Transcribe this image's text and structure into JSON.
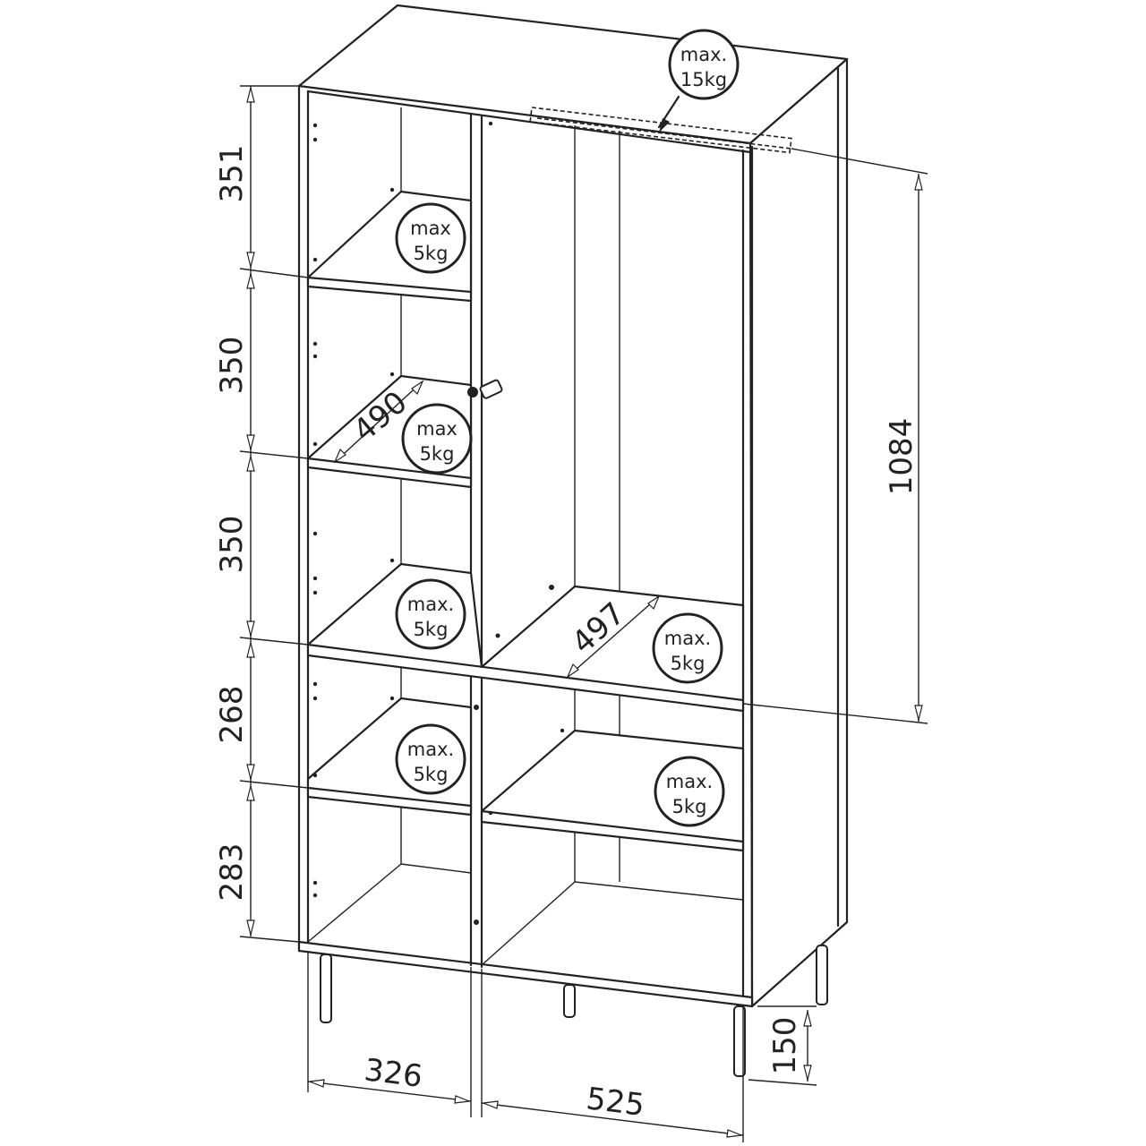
{
  "top_load": {
    "line1": "max.",
    "line2": "15kg"
  },
  "badges": [
    {
      "id": "shelf-1",
      "line1": "max",
      "line2": "5kg"
    },
    {
      "id": "shelf-2",
      "line1": "max",
      "line2": "5kg"
    },
    {
      "id": "shelf-3",
      "line1": "max.",
      "line2": "5kg"
    },
    {
      "id": "shelf-4",
      "line1": "max.",
      "line2": "5kg"
    },
    {
      "id": "rail-shelf",
      "line1": "max.",
      "line2": "5kg"
    },
    {
      "id": "right-shelf",
      "line1": "max.",
      "line2": "5kg"
    }
  ],
  "dimensions": {
    "compartment_heights": [
      "351",
      "350",
      "350",
      "268",
      "283"
    ],
    "hanging_height": "1084",
    "left_width": "326",
    "right_width": "525",
    "leg_height": "150",
    "left_shelf_depth": "490",
    "right_shelf_depth": "497"
  }
}
